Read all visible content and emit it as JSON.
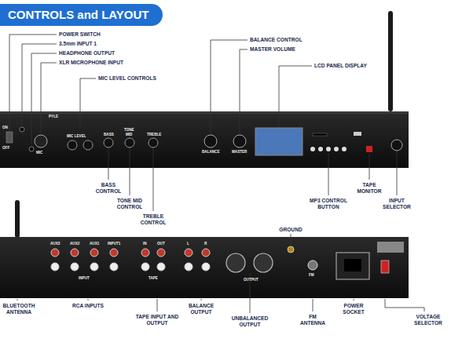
{
  "diagram": {
    "title": "CONTROLS and LAYOUT",
    "labels": [
      "POWER SWITCH",
      "3.5mm INPUT 1",
      "HEADPHONE OUTPUT",
      "XLR MICROPHONE INPUT",
      "MIC LEVEL CONTROLS",
      "BALANCE CONTROL",
      "MASTER VOLUME",
      "LCD PANEL DISPLAY",
      "BASS CONTROL",
      "TONE MID CONTROL",
      "TREBLE CONTROL",
      "MP3 CONTROL BUTTON",
      "TAPE MONITOR",
      "INPUT SELECTOR",
      "GROUND",
      "BLUETOOTH ANTENNA",
      "RCA INPUTS",
      "TAPE INPUT AND OUTPUT",
      "BALANCE OUTPUT",
      "UNBALANCED OUTPUT",
      "FM ANTENNA",
      "POWER SOCKET",
      "VOLTAGE SELECTOR",
      "ON",
      "OFF",
      "PYLE",
      "MIC",
      "MIC LEVEL",
      "BASS",
      "TONE",
      "MID",
      "TREBLE",
      "BALANCE",
      "MASTER",
      "AUX3",
      "AUX2",
      "AUX1",
      "INPUT1",
      "INPUT",
      "TAPE",
      "IN",
      "OUT",
      "OUTPUT",
      "L",
      "R",
      "FM"
    ]
  }
}
